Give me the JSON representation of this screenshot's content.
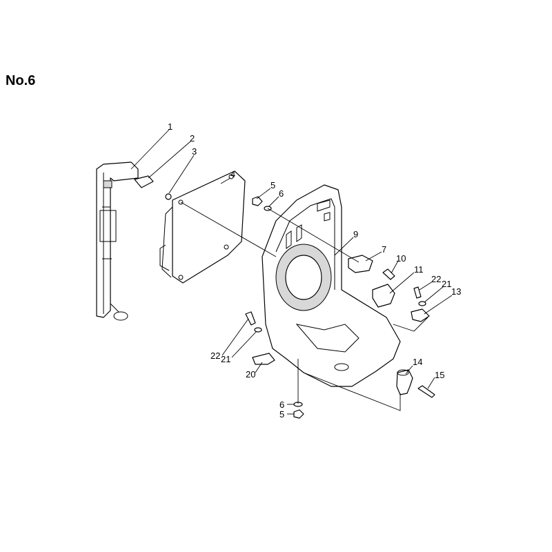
{
  "title": "No.6",
  "callouts": {
    "c1": "1",
    "c2": "2",
    "c3": "3",
    "c4": "4",
    "c5a": "5",
    "c6a": "6",
    "c7": "7",
    "c9": "9",
    "c10": "10",
    "c11": "11",
    "c22a": "22",
    "c21a": "21",
    "c13": "13",
    "c22b": "22",
    "c21b": "21",
    "c20": "20",
    "c14": "14",
    "c15": "15",
    "c6b": "6",
    "c5b": "5"
  }
}
